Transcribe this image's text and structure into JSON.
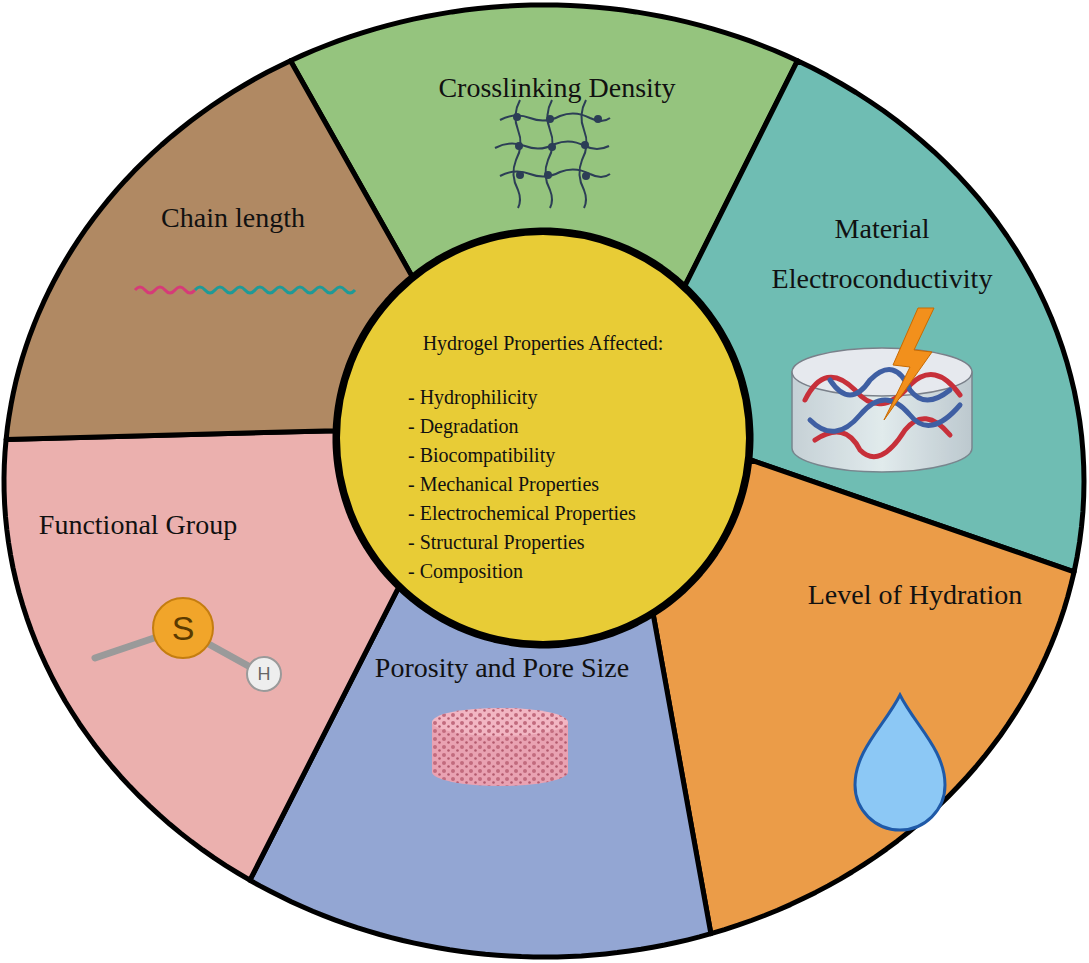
{
  "diagram": {
    "nodes": [
      {
        "text": [
          "Crosslinking Density"
        ]
      },
      {
        "text": [
          "Chain length"
        ]
      },
      {
        "text": [
          "Material Electroconductivity"
        ]
      },
      {
        "text": [
          "Functional Group"
        ]
      },
      {
        "text": [
          "Level of Hydration"
        ]
      },
      {
        "text": [
          "Porosity and Pore Size"
        ]
      },
      {
        "text": [
          "Hydrogel Properties Affected:",
          "- Hydrophilicity",
          "- Degradation",
          "- Biocompatibility",
          "- Mechanical Properties",
          "- Electrochemical Properties",
          "- Structural Properties",
          "- Composition"
        ]
      }
    ],
    "labels": [
      "S",
      "H"
    ]
  }
}
